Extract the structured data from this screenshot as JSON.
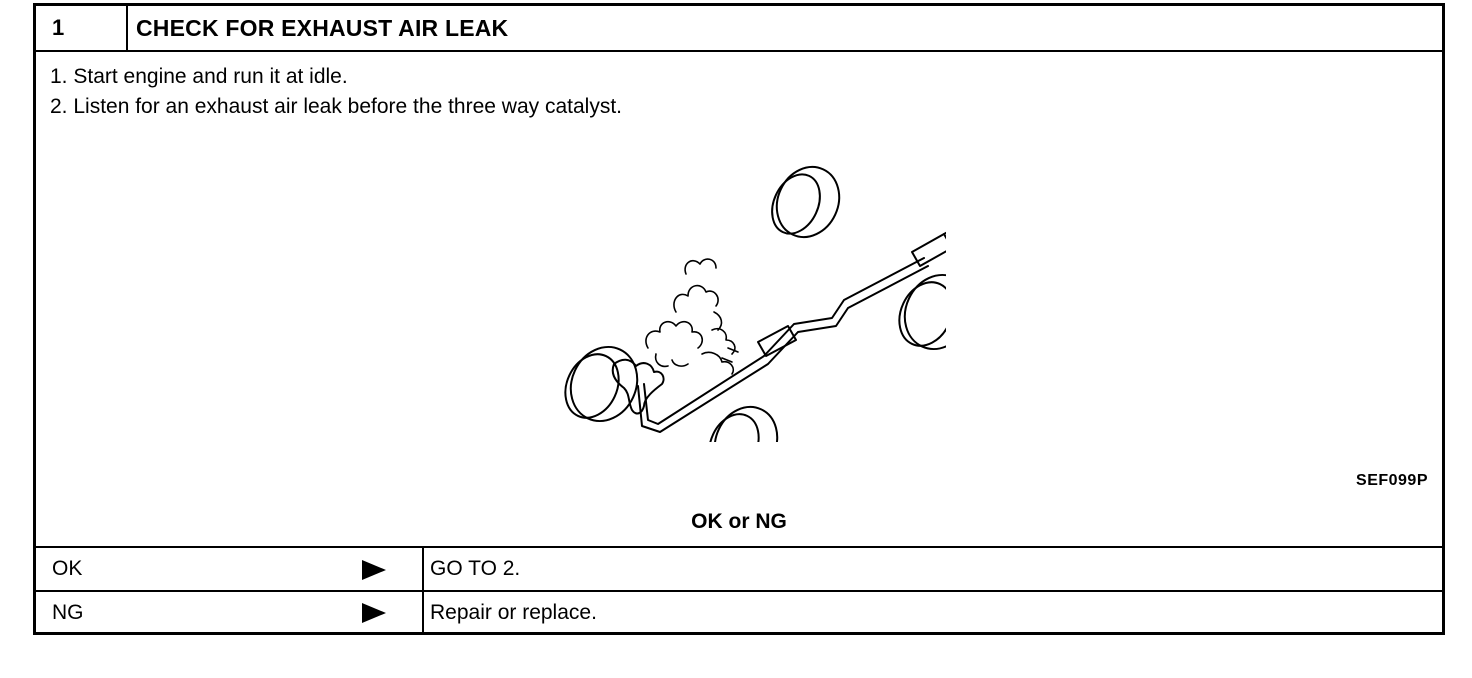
{
  "step": {
    "number": "1",
    "title": "CHECK FOR EXHAUST AIR LEAK"
  },
  "instructions": [
    "1.  Start engine and run it at idle.",
    "2.  Listen for an exhaust air leak before the three way catalyst."
  ],
  "figure": {
    "code": "SEF099P",
    "icon": "exhaust-system-illustration"
  },
  "result": {
    "label": "OK or NG",
    "rows": [
      {
        "key": "OK",
        "action": "GO TO 2."
      },
      {
        "key": "NG",
        "action": "Repair or replace."
      }
    ]
  }
}
